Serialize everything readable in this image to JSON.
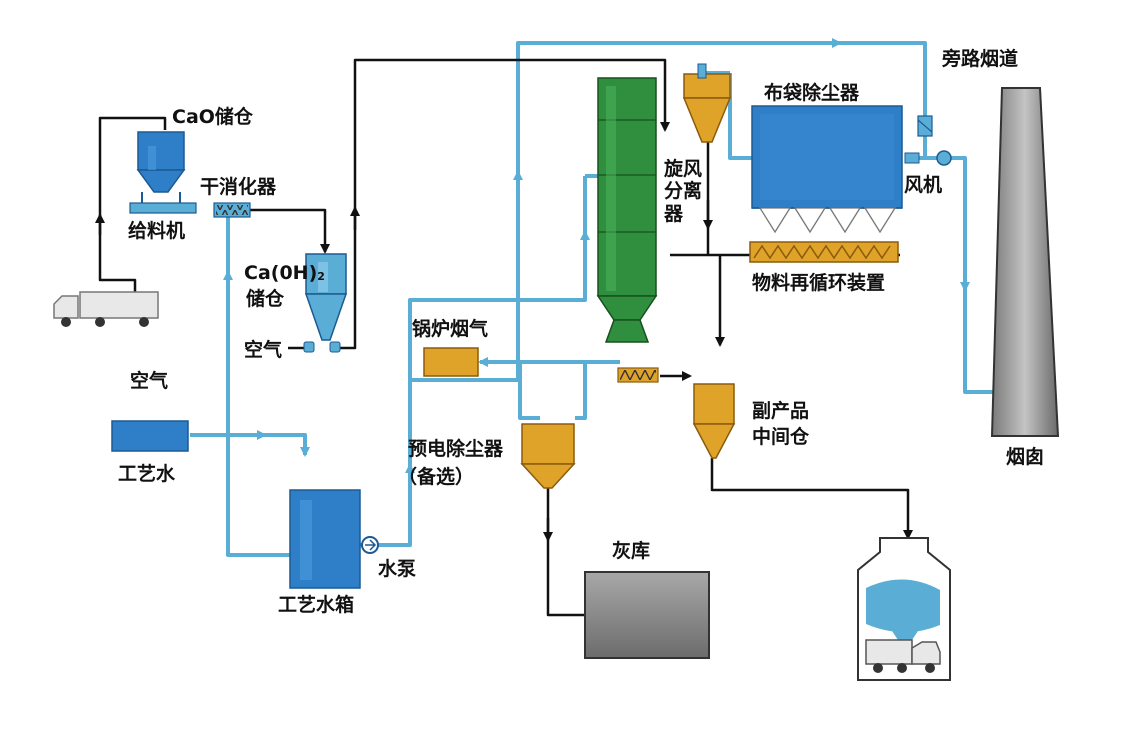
{
  "labels": {
    "cao_silo": "CaO储仓",
    "feeder": "给料机",
    "slaker": "干消化器",
    "caoh_main": "Ca(0H)",
    "caoh_sub": "2",
    "caoh_line2": "储仓",
    "air_1": "空气",
    "air_2": "空气",
    "process_water": "工艺水",
    "process_tank": "工艺水箱",
    "water_pump": "水泵",
    "boiler_gas": "锅炉烟气",
    "pre_esp_1": "预电除尘器",
    "pre_esp_2": "（备选）",
    "ash_silo": "灰库",
    "cyclone": [
      "旋风",
      "分离",
      "器"
    ],
    "baghouse": "布袋除尘器",
    "bypass": "旁路烟道",
    "fan": "风机",
    "recirc": "物料再循环装置",
    "byproduct_1": "副产品",
    "byproduct_2": "中间仓",
    "chimney": "烟囱"
  },
  "colors": {
    "pipe_water": "#5aaed6",
    "pipe_black": "#111111",
    "blue_unit": "#2f7fc8",
    "orange_unit": "#e0a32a",
    "green_tower": "#2f8f3f",
    "grey_silo": "#8a8a8a",
    "chimney_grey": "#9a9a9a"
  },
  "icons": [
    "truck-icon",
    "fan-icon",
    "pump-icon",
    "valve-icon",
    "screw-conveyor-icon"
  ]
}
